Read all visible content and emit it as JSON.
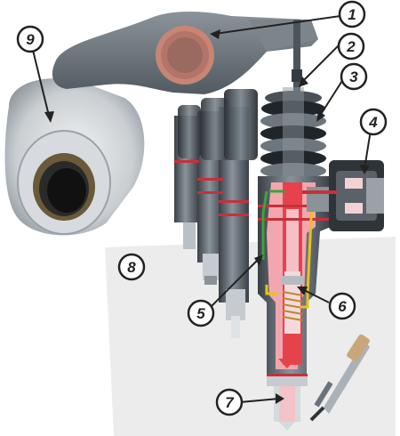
{
  "callouts": [
    {
      "number": "1"
    },
    {
      "number": "2"
    },
    {
      "number": "3"
    },
    {
      "number": "4"
    },
    {
      "number": "5"
    },
    {
      "number": "6"
    },
    {
      "number": "7"
    },
    {
      "number": "8"
    },
    {
      "number": "9"
    }
  ],
  "colors": {
    "metal_dark": "#3c4248",
    "metal_mid": "#7b848c",
    "metal_light": "#aeb6bd",
    "rocker": "#6a7279",
    "section_red": "#e6424c",
    "section_pink": "#f2a7ae",
    "line_green": "#3aa43a",
    "line_yellow": "#e7c21a",
    "panel_bg": "#ececed",
    "callout_stroke": "#222222"
  }
}
